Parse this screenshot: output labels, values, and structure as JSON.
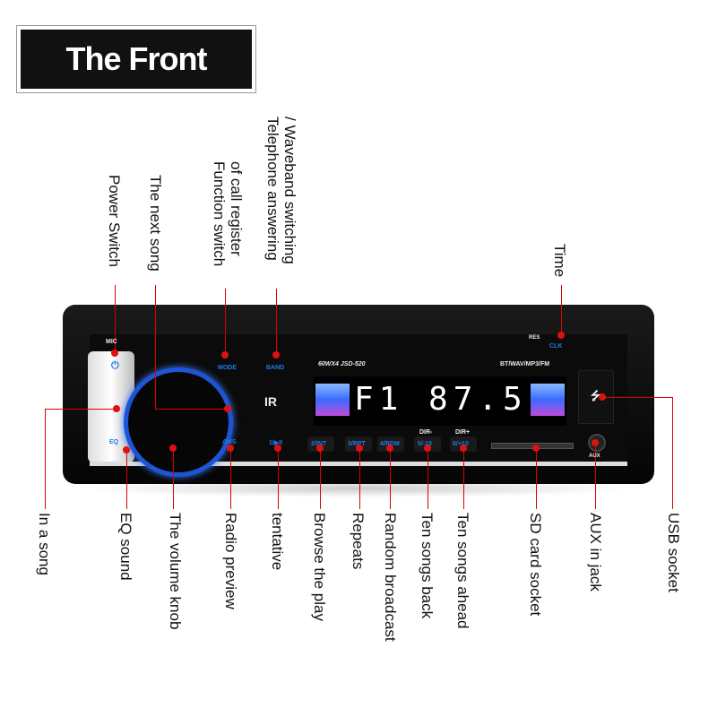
{
  "title": "The Front",
  "top_labels": {
    "power": "Power Switch",
    "next": "The next song",
    "function": [
      "Function switch",
      "of call register"
    ],
    "telephone": [
      "Telephone answering",
      "/ Waveband switching"
    ],
    "time": "Time"
  },
  "bottom_labels": {
    "in_song": "In a song",
    "eq": "EQ sound",
    "volume": "The volume knob",
    "radio": "Radio preview",
    "tentative": "tentative",
    "browse": "Browse the play",
    "repeats": "Repeats",
    "random": "Random broadcast",
    "back": "Ten songs back",
    "ahead": "Ten songs ahead",
    "sd": "SD card socket",
    "aux": "AUX in jack",
    "usb": "USB socket"
  },
  "device": {
    "mic": "MIC",
    "mode": "MODE",
    "band": "BAND",
    "model": "60WX4  JSD-520",
    "formats": "BT/WAV/MP3/FM",
    "display": "F1 87.5",
    "res": "RES",
    "clk": "CLK",
    "eq": "EQ",
    "ams": "AMS",
    "play": "1/▶II",
    "b2": "2/INT",
    "b3": "3/RPT",
    "b4": "4/RDM",
    "b5": "5/-10",
    "b6": "6/+10",
    "dirm": "DIR-",
    "dirp": "DIR+",
    "aux": "AUX",
    "usb_icon": "⭍",
    "ir": "IR"
  }
}
